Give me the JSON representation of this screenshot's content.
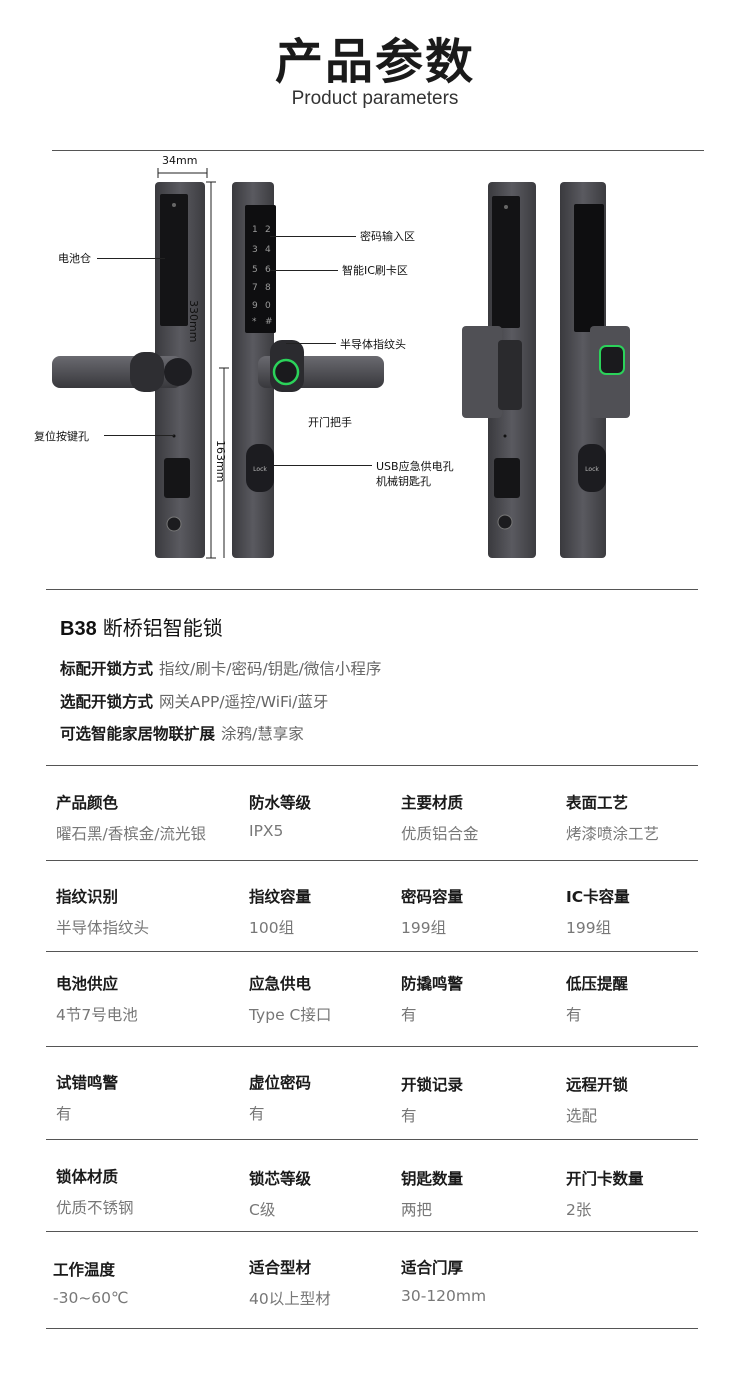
{
  "header": {
    "title": "产品参数",
    "subtitle": "Product parameters"
  },
  "diagram": {
    "dims": {
      "width": "34mm",
      "height_total": "330mm",
      "height_lower": "163mm"
    },
    "keypad_digits": [
      "1",
      "2",
      "3",
      "4",
      "5",
      "6",
      "7",
      "8",
      "9",
      "*",
      "0",
      "#"
    ],
    "lock_label": "Lock",
    "callouts": {
      "battery": "电池仓",
      "reset": "复位按键孔",
      "password": "密码输入区",
      "ic_card": "智能IC刷卡区",
      "fingerprint": "半导体指纹头",
      "handle": "开门把手",
      "usb_line1": "USB应急供电孔",
      "usb_line2": "机械钥匙孔"
    },
    "colors": {
      "body": "#4a4a4e",
      "panel": "#111114",
      "ring": "#2bd25a"
    }
  },
  "product": {
    "model": "B38",
    "name": "断桥铝智能锁"
  },
  "features": [
    {
      "key": "标配开锁方式",
      "value": "指纹/刷卡/密码/钥匙/微信小程序"
    },
    {
      "key": "选配开锁方式",
      "value": "网关APP/遥控/WiFi/蓝牙"
    },
    {
      "key": "可选智能家居物联扩展",
      "value": "涂鸦/慧享家"
    }
  ],
  "specs": [
    [
      {
        "label": "产品颜色",
        "value": "曜石黑/香槟金/流光银"
      },
      {
        "label": "防水等级",
        "value": "IPX5"
      },
      {
        "label": "主要材质",
        "value": "优质铝合金"
      },
      {
        "label": "表面工艺",
        "value": "烤漆喷涂工艺"
      }
    ],
    [
      {
        "label": "指纹识别",
        "value": "半导体指纹头"
      },
      {
        "label": "指纹容量",
        "value": "100组"
      },
      {
        "label": "密码容量",
        "value": "199组"
      },
      {
        "label": "IC卡容量",
        "value": "199组"
      }
    ],
    [
      {
        "label": "电池供应",
        "value": "4节7号电池"
      },
      {
        "label": "应急供电",
        "value": "Type C接口"
      },
      {
        "label": "防撬鸣警",
        "value": "有"
      },
      {
        "label": "低压提醒",
        "value": "有"
      }
    ],
    [
      {
        "label": "试错鸣警",
        "value": "有"
      },
      {
        "label": "虚位密码",
        "value": "有"
      },
      {
        "label": "开锁记录",
        "value": "有"
      },
      {
        "label": "远程开锁",
        "value": "选配"
      }
    ],
    [
      {
        "label": "锁体材质",
        "value": "优质不锈钢"
      },
      {
        "label": "锁芯等级",
        "value": "C级"
      },
      {
        "label": "钥匙数量",
        "value": "两把"
      },
      {
        "label": "开门卡数量",
        "value": "2张"
      }
    ],
    [
      {
        "label": "工作温度",
        "value": "-30~60℃"
      },
      {
        "label": "适合型材",
        "value": "40以上型材"
      },
      {
        "label": "适合门厚",
        "value": "30-120mm"
      }
    ]
  ]
}
